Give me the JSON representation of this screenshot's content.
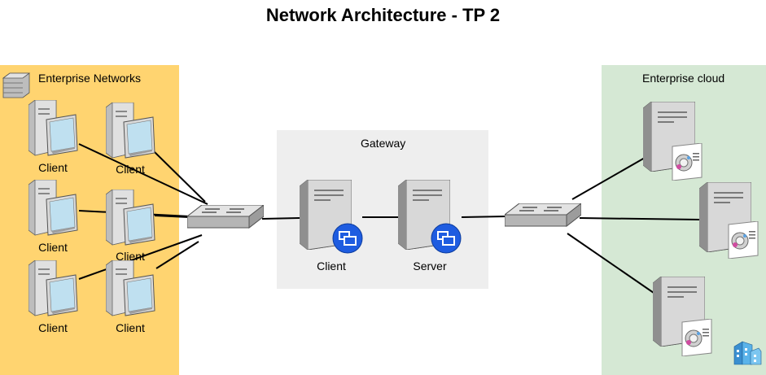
{
  "title": "Network Architecture - TP 2",
  "zones": {
    "enterprise": "Enterprise Networks",
    "gateway": "Gateway",
    "cloud": "Enterprise cloud"
  },
  "nodes": {
    "client_1": "Client",
    "client_2": "Client",
    "client_3": "Client",
    "client_4": "Client",
    "client_5": "Client",
    "client_6": "Client",
    "gateway_client": "Client",
    "gateway_server": "Server"
  },
  "colors": {
    "enterprise_zone": "#FFD470",
    "gateway_zone": "#EEEEEE",
    "cloud_zone": "#D5E8D4",
    "link": "#000000",
    "badge": "#1E5CE0"
  },
  "icons": {
    "enterprise": "database-stack-icon",
    "workstation": "desktop-computer-icon",
    "switch": "network-switch-icon",
    "proxy_server": "proxy-server-icon",
    "cloud_server": "application-server-icon",
    "buildings": "office-buildings-icon"
  }
}
